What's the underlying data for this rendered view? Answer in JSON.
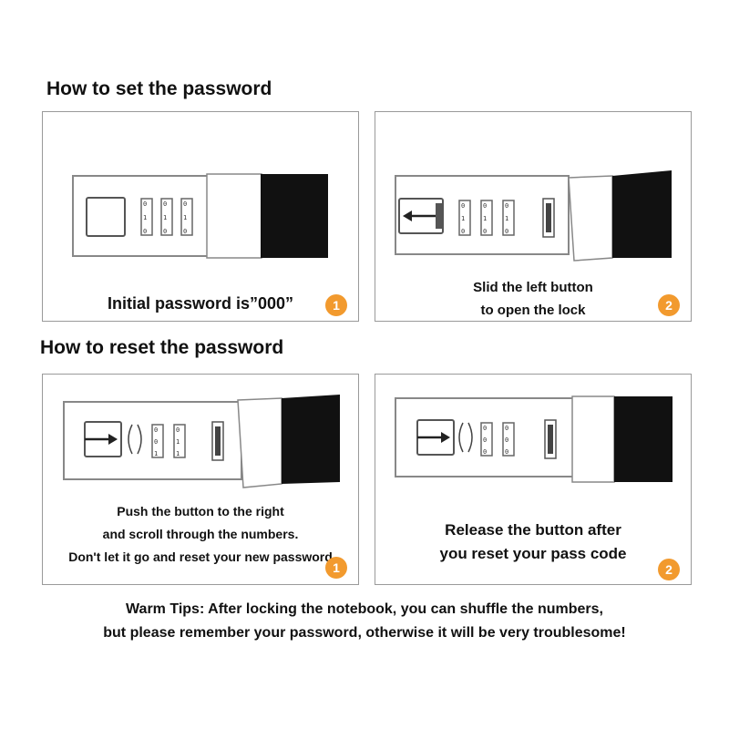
{
  "sections": {
    "set_title": "How to set the password",
    "reset_title": "How to reset the password"
  },
  "panels": [
    {
      "caption_lines": [
        "Initial password is”000”"
      ],
      "step": "1",
      "arrow": "none"
    },
    {
      "caption_lines": [
        "Slid the left button",
        "to open the lock"
      ],
      "step": "2",
      "arrow": "left"
    },
    {
      "caption_lines": [
        "Push the button to the right",
        "and scroll through the numbers.",
        "Don't let it go and reset your new password"
      ],
      "step": "1",
      "arrow": "right"
    },
    {
      "caption_lines": [
        "Release the button after",
        "you reset your pass code"
      ],
      "step": "2",
      "arrow": "right"
    }
  ],
  "tips": {
    "line1": "Warm Tips: After locking the notebook, you can shuffle the numbers,",
    "line2": "but please remember your password, otherwise it will be very troublesome!"
  },
  "dial_digits": "0 1 0",
  "colors": {
    "badge": "#f29a2e",
    "cover": "#111111",
    "border": "#9a9a9a"
  }
}
